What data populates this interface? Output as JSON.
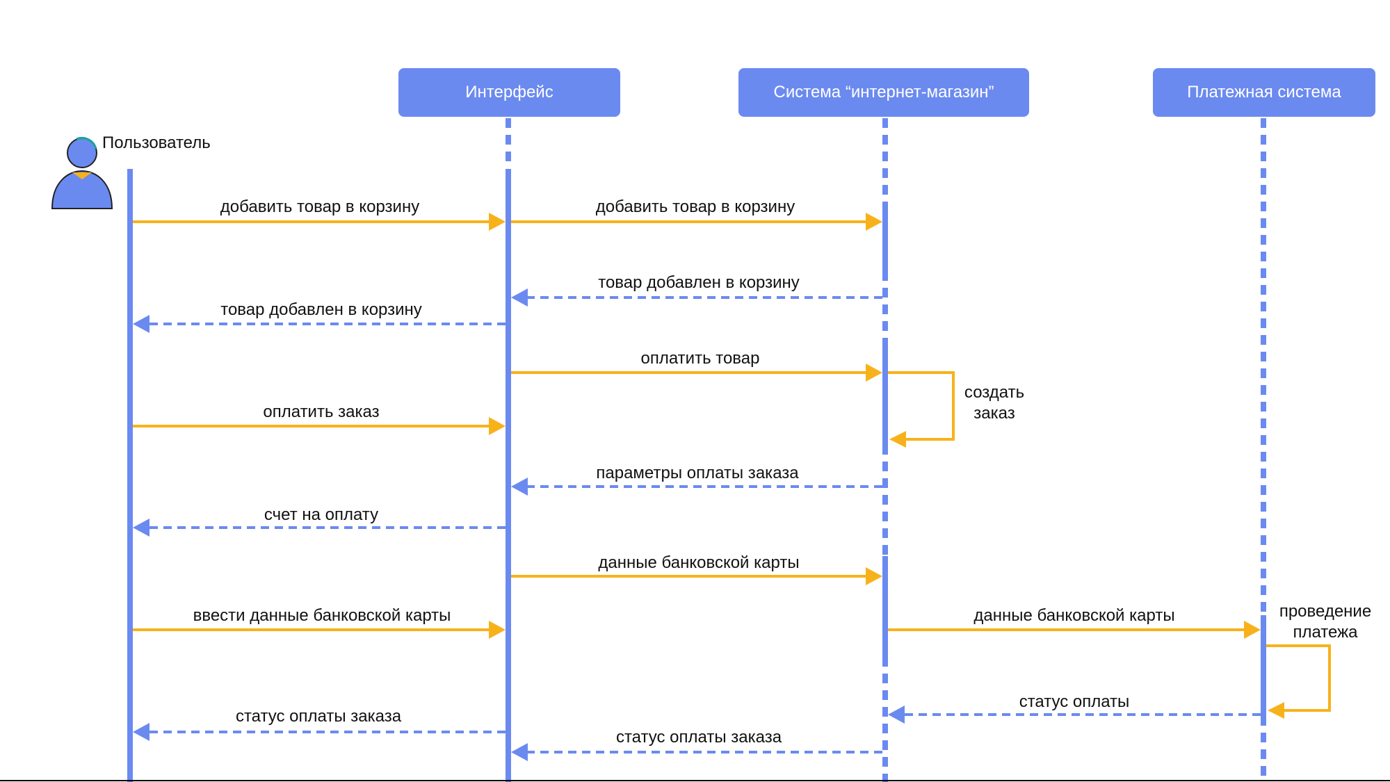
{
  "colors": {
    "lifeline": "#6b8af0",
    "message": "#f7b21b",
    "reply": "#6b8af0",
    "actor_body": "#6b8af0",
    "actor_accent": "#f7b21b"
  },
  "actor": {
    "name": "Пользователь",
    "icon": "user-icon"
  },
  "participants": [
    {
      "name": "Интерфейс"
    },
    {
      "name": "Система “интернет-магазин”"
    },
    {
      "name": "Платежная система"
    }
  ],
  "messages": [
    {
      "text": "добавить товар в корзину",
      "from": "user",
      "to": "interface",
      "kind": "call"
    },
    {
      "text": "добавить товар в корзину",
      "from": "interface",
      "to": "shop",
      "kind": "call"
    },
    {
      "text": "товар добавлен в корзину",
      "from": "shop",
      "to": "interface",
      "kind": "reply"
    },
    {
      "text": "товар добавлен в корзину",
      "from": "interface",
      "to": "user",
      "kind": "reply"
    },
    {
      "text": "оплатить товар",
      "from": "interface",
      "to": "shop",
      "kind": "call"
    },
    {
      "text": "создать\nзаказ",
      "from": "shop",
      "to": "shop",
      "kind": "self"
    },
    {
      "text": "оплатить заказ",
      "from": "user",
      "to": "interface",
      "kind": "call"
    },
    {
      "text": "параметры оплаты заказа",
      "from": "shop",
      "to": "interface",
      "kind": "reply"
    },
    {
      "text": "счет на оплату",
      "from": "interface",
      "to": "user",
      "kind": "reply"
    },
    {
      "text": "данные банковской карты",
      "from": "interface",
      "to": "shop",
      "kind": "call"
    },
    {
      "text": "ввести данные банковской карты",
      "from": "user",
      "to": "interface",
      "kind": "call"
    },
    {
      "text": "данные банковской карты",
      "from": "shop",
      "to": "payment",
      "kind": "call"
    },
    {
      "text": "проведение\nплатежа",
      "from": "payment",
      "to": "payment",
      "kind": "self"
    },
    {
      "text": "статус оплаты",
      "from": "payment",
      "to": "shop",
      "kind": "reply"
    },
    {
      "text": "статус оплаты заказа",
      "from": "interface",
      "to": "user",
      "kind": "reply"
    },
    {
      "text": "статус оплаты заказа",
      "from": "shop",
      "to": "interface",
      "kind": "reply"
    }
  ]
}
